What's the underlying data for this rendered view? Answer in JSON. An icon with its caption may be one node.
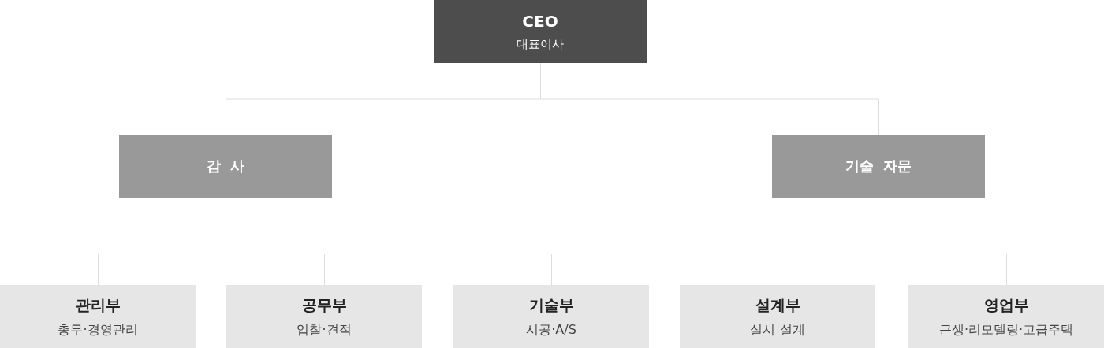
{
  "diagram": {
    "nodes": [
      {
        "text": [
          "CEO",
          "대표이사"
        ]
      },
      {
        "text": [
          "감 사"
        ]
      },
      {
        "text": [
          "기술 자문"
        ]
      },
      {
        "text": [
          "관리부",
          "총무·경영관리"
        ]
      },
      {
        "text": [
          "공무부",
          "입찰·견적"
        ]
      },
      {
        "text": [
          "기술부",
          "시공·A/S"
        ]
      },
      {
        "text": [
          "설계부",
          "실시 설계"
        ]
      },
      {
        "text": [
          "영업부",
          "근생·리모델링·고급주택"
        ]
      }
    ],
    "edges": [
      {
        "from": 0,
        "to": 1,
        "arrow": "none"
      },
      {
        "from": 0,
        "to": 2,
        "arrow": "none"
      },
      {
        "from": null,
        "to": 3,
        "arrow": "none"
      },
      {
        "from": null,
        "to": 4,
        "arrow": "none"
      },
      {
        "from": null,
        "to": 5,
        "arrow": "none"
      },
      {
        "from": null,
        "to": 6,
        "arrow": "none"
      },
      {
        "from": null,
        "to": 7,
        "arrow": "none"
      }
    ]
  }
}
